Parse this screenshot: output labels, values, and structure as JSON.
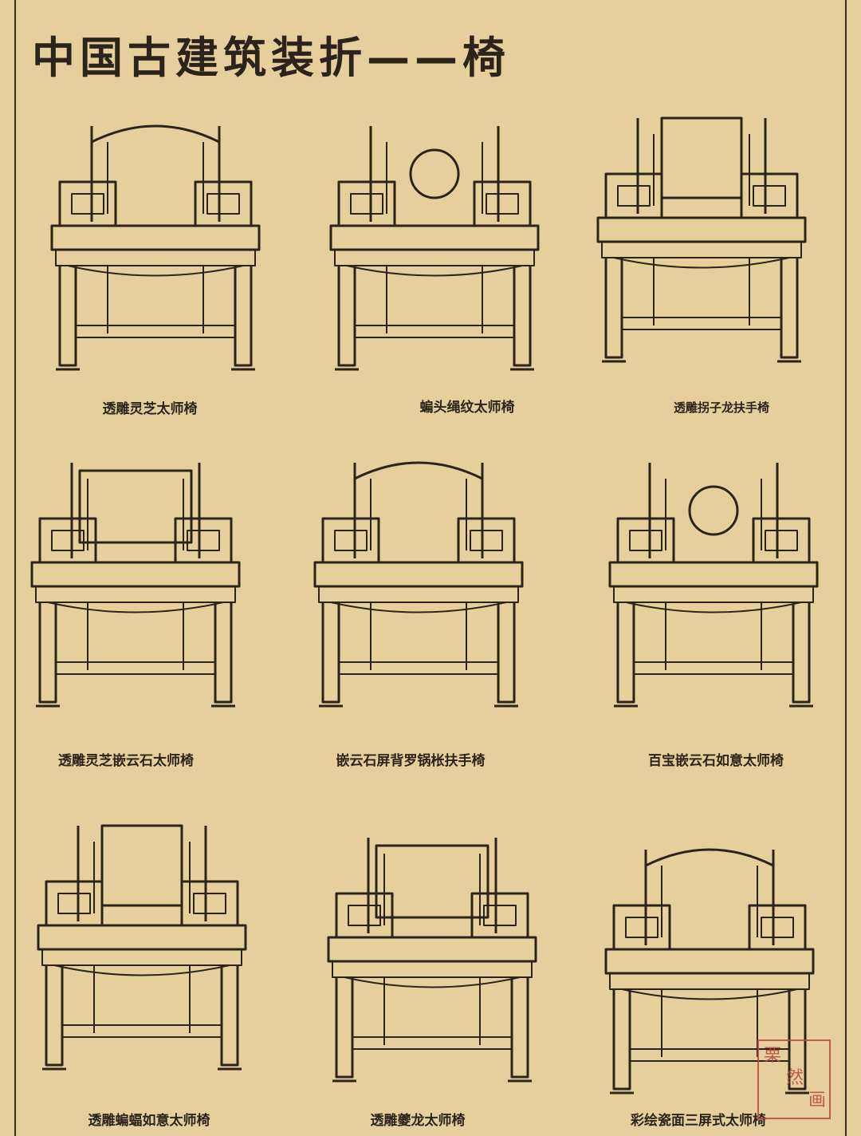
{
  "title": "中国古建筑装折——椅",
  "chairs": [
    {
      "caption": "透雕灵芝太师椅"
    },
    {
      "caption": "蝙头绳纹太师椅"
    },
    {
      "caption": "透雕拐子龙扶手椅"
    },
    {
      "caption": "透雕灵芝嵌云石太师椅"
    },
    {
      "caption": "嵌云石屏背罗锅枨扶手椅"
    },
    {
      "caption": "百宝嵌云石如意太师椅"
    },
    {
      "caption": "透雕蝙蝠如意太师椅"
    },
    {
      "caption": "透雕夔龙太师椅"
    },
    {
      "caption": "彩绘瓷面三屏式太师椅"
    }
  ],
  "seal_text": "栗然画"
}
